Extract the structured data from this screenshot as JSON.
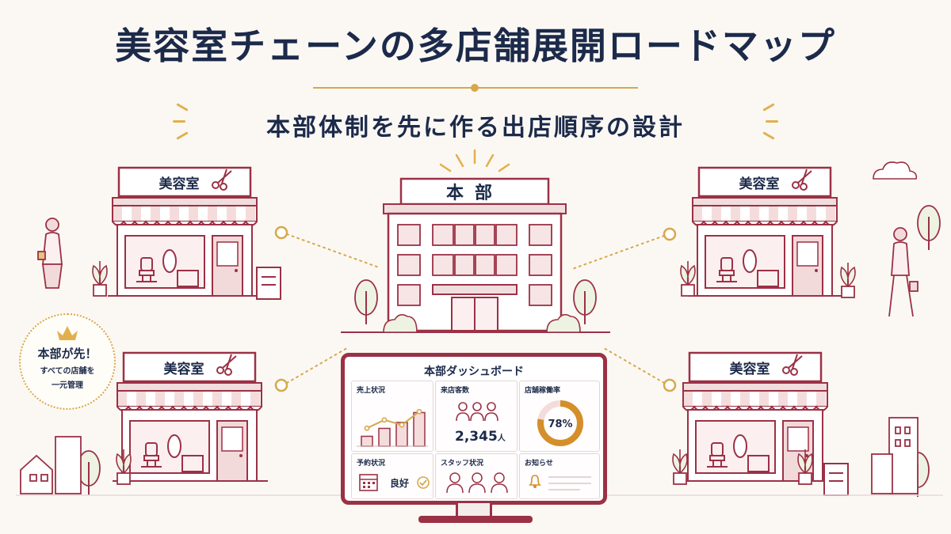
{
  "title": "美容室チェーンの多店舗展開ロードマップ",
  "subtitle": "本部体制を先に作る出店順序の設計",
  "hq": {
    "sign": "本部"
  },
  "stores": [
    {
      "sign": "美容室"
    },
    {
      "sign": "美容室"
    },
    {
      "sign": "美容室"
    },
    {
      "sign": "美容室"
    }
  ],
  "badge": {
    "line1": "本部が先！",
    "line2": "すべての店舗を",
    "line3": "一元管理"
  },
  "dashboard": {
    "title": "本部ダッシュボード",
    "panels": {
      "sales": {
        "label": "売上状況",
        "bars": [
          0.25,
          0.45,
          0.6,
          0.85
        ],
        "trend": [
          0.35,
          0.6,
          0.45,
          0.85
        ]
      },
      "visitors": {
        "label": "来店客数",
        "value": "2,345",
        "unit": "人"
      },
      "utilization": {
        "label": "店舗稼働率",
        "value": "78%",
        "percent": 78
      },
      "booking": {
        "label": "予約状況",
        "value": "良好"
      },
      "staff": {
        "label": "スタッフ状況"
      },
      "news": {
        "label": "お知らせ"
      }
    }
  },
  "colors": {
    "navy": "#1c2a4a",
    "accent": "#9b3145",
    "gold": "#d7a84a",
    "pink": "#f5dcdc"
  },
  "icons": [
    "scissors-icon",
    "crown-icon",
    "calendar-icon",
    "check-icon",
    "bell-icon",
    "people-icon",
    "cloud-icon",
    "tree-icon"
  ]
}
